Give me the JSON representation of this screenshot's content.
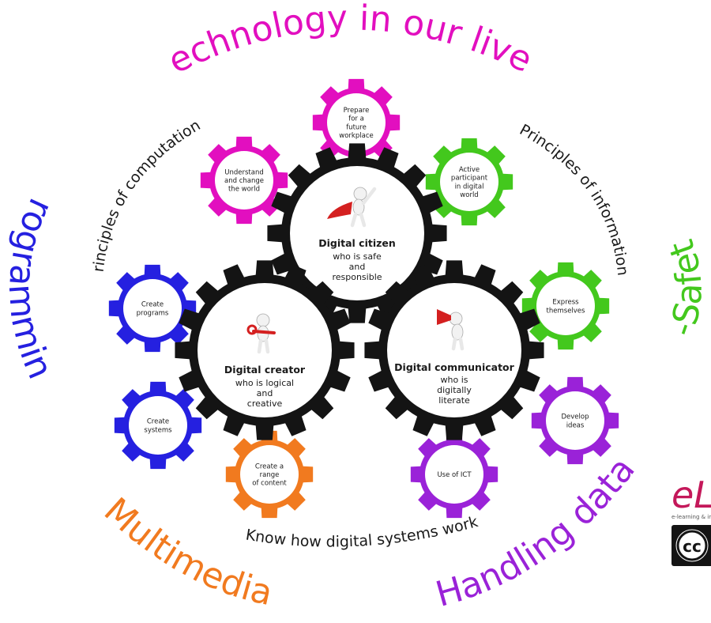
{
  "colors": {
    "magenta": "#e20fbf",
    "green": "#43c81d",
    "blue": "#2520e0",
    "orange": "#f17a1f",
    "purple": "#9a22d8",
    "black": "#141414",
    "dark_text": "#1a1a1a",
    "logo_red": "#c4185a"
  },
  "arcs": {
    "technology": "Technology in our lives",
    "programming": "Programming",
    "esafety": "e-Safety",
    "multimedia": "Multimedia",
    "handling_data": "Handling data",
    "principles_computation": "Principles of computation",
    "principles_information": "Principles of information",
    "know_how": "Know how digital systems work"
  },
  "big_gears": {
    "citizen": {
      "title": "Digital citizen",
      "lines": [
        "who is safe",
        "and",
        "responsible"
      ]
    },
    "creator": {
      "title": "Digital creator",
      "lines": [
        "who is logical",
        "and",
        "creative"
      ]
    },
    "communicator": {
      "title": "Digital communicator",
      "lines": [
        "who is",
        "digitally",
        "literate"
      ]
    }
  },
  "small_gears": {
    "prepare": {
      "lines": [
        "Prepare",
        "for a",
        "future",
        "workplace"
      ],
      "color": "magenta"
    },
    "understand": {
      "lines": [
        "Understand",
        "and change",
        "the world"
      ],
      "color": "magenta"
    },
    "active": {
      "lines": [
        "Active",
        "participant",
        "in digital",
        "world"
      ],
      "color": "green"
    },
    "express": {
      "lines": [
        "Express",
        "themselves"
      ],
      "color": "green"
    },
    "create_programs": {
      "lines": [
        "Create",
        "programs"
      ],
      "color": "blue"
    },
    "create_systems": {
      "lines": [
        "Create",
        "systems"
      ],
      "color": "blue"
    },
    "create_content": {
      "lines": [
        "Create a",
        "range",
        "of content"
      ],
      "color": "orange"
    },
    "use_ict": {
      "lines": [
        "Use of ICT"
      ],
      "color": "purple"
    },
    "develop": {
      "lines": [
        "Develop",
        "ideas"
      ],
      "color": "purple"
    }
  },
  "logo": {
    "letters": "eL",
    "caption": "e-learning & info",
    "cc": "cc"
  }
}
